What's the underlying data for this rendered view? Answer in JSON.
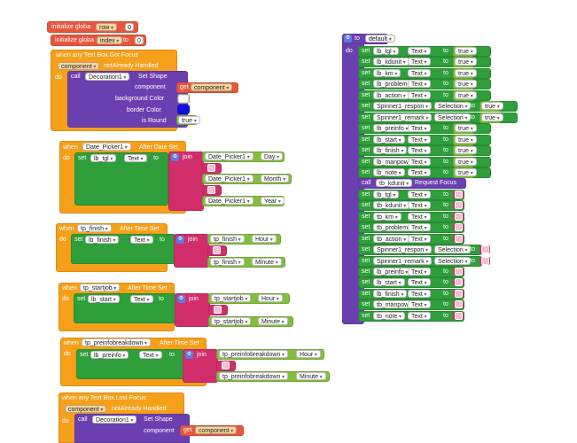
{
  "globals": {
    "g1": {
      "prefix": "initialize globa",
      "name": "row",
      "to": "to",
      "value": "0"
    },
    "g2": {
      "prefix": "initialize globa",
      "name": "index",
      "to": "to",
      "value": "0"
    }
  },
  "gotfocus": {
    "title": "when any Text Box.Got Focus",
    "component": "component",
    "not_handled": "notAlready Handled",
    "do": "do",
    "call": "call",
    "decoration": "Decoration1",
    "method": "Set Shape",
    "p_component": "component",
    "get": "get",
    "get_val": "component",
    "p_bg": "background Color",
    "p_border": "border Color",
    "p_round": "is Round",
    "round_val": "true"
  },
  "datepicker": {
    "when": "when",
    "name": "Date_Picker1",
    "event": "After Date Set",
    "do": "do",
    "set": "set",
    "target": "lb_tgl",
    "prop": "Text",
    "to": "to",
    "join": "join",
    "parts": [
      {
        "comp": "Date_Picker1",
        "prop": "Day"
      },
      {
        "comp": "Date_Picker1",
        "prop": "Month"
      },
      {
        "comp": "Date_Picker1",
        "prop": "Year"
      }
    ]
  },
  "timepickers": [
    {
      "when": "when",
      "name": "tp_finish",
      "event": "After Time Set",
      "do": "do",
      "set": "set",
      "target": "lb_finish",
      "prop": "Text",
      "to": "to",
      "join": "join",
      "hour_comp": "tp_finish",
      "hour": "Hour",
      "minute_comp": "tp_finish",
      "minute": "Minute"
    },
    {
      "when": "when",
      "name": "tp_startjob",
      "event": "After Time Set",
      "do": "do",
      "set": "set",
      "target": "lb_start",
      "prop": "Text",
      "to": "to",
      "join": "join",
      "hour_comp": "tp_startjob",
      "hour": "Hour",
      "minute_comp": "tp_startjob",
      "minute": "Minute"
    },
    {
      "when": "when",
      "name": "tp_preinfobreakdown",
      "event": "After Time Set",
      "do": "do",
      "set": "set",
      "target": "lb_preinfo",
      "prop": "Text",
      "to": "to",
      "join": "join",
      "hour_comp": "tp_preinfobreakdown",
      "hour": "Hour",
      "minute_comp": "tp_preinfobreakdown",
      "minute": "Minute"
    }
  ],
  "lostfocus": {
    "title": "when any Text Box.Lost Focus",
    "component": "component",
    "not_handled": "notAlready Handled",
    "do": "do",
    "call": "call",
    "decoration": "Decoration1",
    "method": "Set Shape",
    "p_component": "component",
    "get": "get",
    "get_val": "component"
  },
  "procedure": {
    "to": "to",
    "name": "default",
    "do": "do",
    "set": "set",
    "to_word": "to",
    "sets1": [
      {
        "target": "lb_tgl",
        "prop": "Text",
        "val": "true"
      },
      {
        "target": "lb_kdunit",
        "prop": "Text",
        "val": "true"
      },
      {
        "target": "lb_km",
        "prop": "Text",
        "val": "true"
      },
      {
        "target": "lb_problem",
        "prop": "Text",
        "val": "true"
      },
      {
        "target": "lb_action",
        "prop": "Text",
        "val": "true"
      },
      {
        "target": "Spinner1_respon",
        "prop": "Selection",
        "val": "true"
      },
      {
        "target": "Spinner1_remark",
        "prop": "Selection",
        "val": "true"
      },
      {
        "target": "lb_preinfo",
        "prop": "Text",
        "val": "true"
      },
      {
        "target": "lb_start",
        "prop": "Text",
        "val": "true"
      },
      {
        "target": "lb_finish",
        "prop": "Text",
        "val": "true"
      },
      {
        "target": "lb_manpower",
        "prop": "Text",
        "val": "true"
      },
      {
        "target": "lb_note",
        "prop": "Text",
        "val": "true"
      }
    ],
    "call": {
      "word": "call",
      "comp": "tb_kdunit",
      "method": "Request Focus"
    },
    "sets2": [
      {
        "target": "lb_tgl",
        "prop": "Text"
      },
      {
        "target": "tb_kdunit",
        "prop": "Text"
      },
      {
        "target": "tb_km",
        "prop": "Text"
      },
      {
        "target": "tb_problem",
        "prop": "Text"
      },
      {
        "target": "tb_action",
        "prop": "Text"
      },
      {
        "target": "Spinner1_respon",
        "prop": "Selection"
      },
      {
        "target": "Spinner1_remark",
        "prop": "Selection"
      },
      {
        "target": "lb_preinfo",
        "prop": "Text"
      },
      {
        "target": "lb_start",
        "prop": "Text"
      },
      {
        "target": "lb_finish",
        "prop": "Text"
      },
      {
        "target": "tb_manpower",
        "prop": "Text"
      },
      {
        "target": "tb_note",
        "prop": "Text"
      }
    ]
  },
  "colors": {
    "event": "#f6a01a",
    "component": "#6b3fb0",
    "setter": "#2e9f3a",
    "text": "#d22d6b",
    "logic": "#82be3e",
    "variable": "#e8563e"
  }
}
